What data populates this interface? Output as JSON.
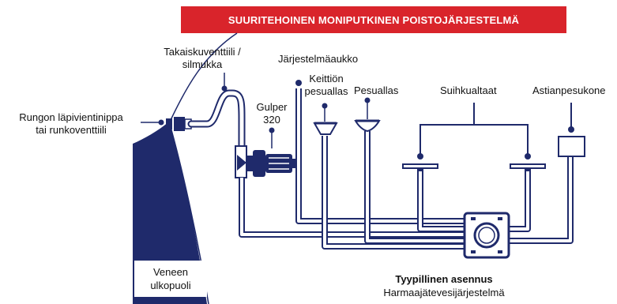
{
  "title": "SUURITEHOINEN MONIPUTKINEN POISTOJÄRJESTELMÄ",
  "labels": {
    "hull_fitting_line1": "Rungon läpivientinippa",
    "hull_fitting_line2": "tai runkoventtiili",
    "check_valve_line1": "Takaiskuventtiili /",
    "check_valve_line2": "silmukka",
    "pump_line1": "Gulper",
    "pump_line2": "320",
    "system_port": "Järjestelmäaukko",
    "galley_sink_line1": "Keittiön",
    "galley_sink_line2": "pesuallas",
    "basin": "Pesuallas",
    "showers": "Suihkualtaat",
    "dishwasher": "Astianpesukone",
    "hull_outside_line1": "Veneen",
    "hull_outside_line2": "ulkopuoli"
  },
  "caption": {
    "line1": "Tyypillinen asennus",
    "line2": "Harmaajätevesijärjestelmä"
  },
  "colors": {
    "title_bg": "#d9242b",
    "hull": "#1f2a6b",
    "pipe_outline": "#1f2a6b",
    "pipe_fill": "#ffffff"
  }
}
